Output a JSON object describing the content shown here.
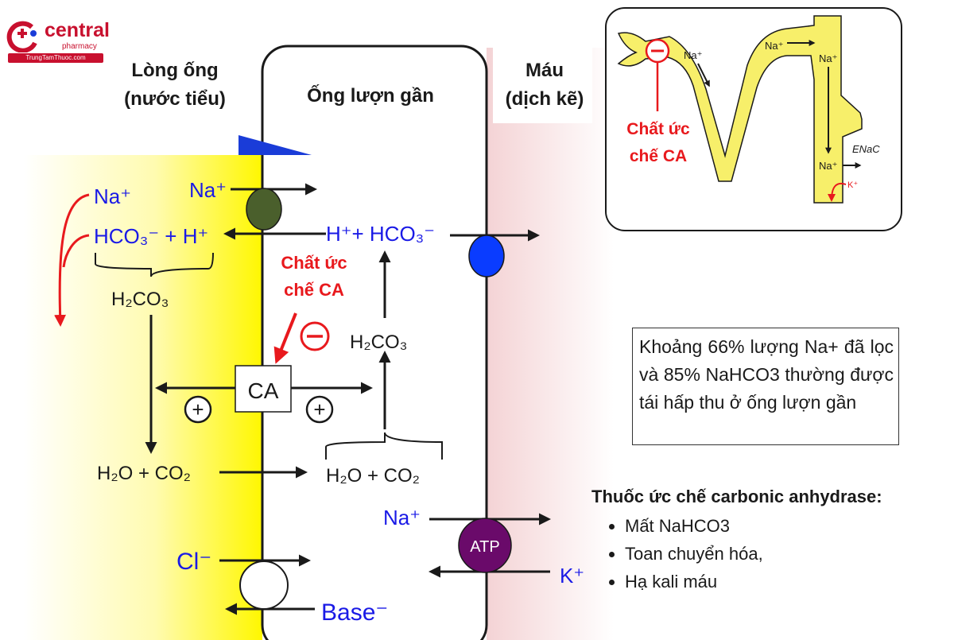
{
  "logo": {
    "name": "central",
    "sub": "pharmacy",
    "site": "TrungTamThuoc.com"
  },
  "regions": {
    "lumen": [
      "Lòng ống",
      "(nước tiểu)"
    ],
    "tubule": "Ống lượn gần",
    "blood": [
      "Máu",
      "(dịch kẽ)"
    ]
  },
  "left_side": {
    "na_out": "Na⁺",
    "hco3_h": "HCO₃⁻ + H⁺",
    "h2co3": "H₂CO₃",
    "h2o_co2": "H₂O + CO₂",
    "na_in": "Na⁺",
    "cl": "Cl⁻",
    "base": "Base⁻"
  },
  "cell": {
    "h_hco3": "H⁺+ HCO₃⁻",
    "inhibitor": [
      "Chất ức",
      "chế CA"
    ],
    "minus": "−",
    "h2co3": "H₂CO₃",
    "ca": "CA",
    "plus_left": "+",
    "plus_right": "+",
    "h2o_co2": "H₂O + CO₂",
    "na": "Na⁺",
    "atp": "ATP",
    "k": "K⁺"
  },
  "inset": {
    "minus": "−",
    "na_1": "Na⁺",
    "na_2": "Na⁺",
    "na_3": "Na⁺",
    "na_4": "Na⁺",
    "enac": "ENaC",
    "k": "K⁺",
    "inhibitor": [
      "Chất ức",
      "chế CA"
    ]
  },
  "info": "Khoảng 66% lượng Na+ đã lọc và 85% NaHCO3 thường được tái hấp thu ở ống lượn gần",
  "drugs": {
    "title": "Thuốc ức chế carbonic anhydrase:",
    "effects": [
      "Mất NaHCO3",
      "Toan chuyển hóa,",
      "Hạ kali máu"
    ]
  },
  "colors": {
    "lumen": "#fff700",
    "blood": "#f7d9da",
    "ion_blue": "#1a1ae6",
    "inhibitor_red": "#e8191d",
    "na_channel": "#4a5f2c",
    "atp_pump": "#6a0a6a",
    "hco3_transporter": "#0a3cff"
  }
}
